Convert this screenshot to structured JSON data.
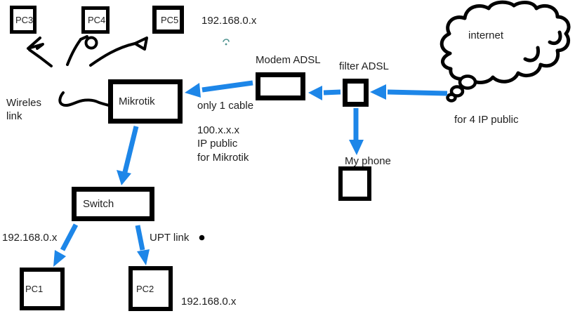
{
  "colors": {
    "ink": "#000000",
    "arrow_blue": "#1d86e8",
    "text": "#1f1f1f",
    "background": "#ffffff",
    "teal_mark": "#4f9490"
  },
  "nodes": {
    "internet": {
      "label": "internet",
      "type": "cloud"
    },
    "modem": {
      "label": "Modem ADSL",
      "type": "box"
    },
    "filter": {
      "label": "filter ADSL",
      "type": "box"
    },
    "mikrotik": {
      "label": "Mikrotik",
      "type": "box"
    },
    "phone": {
      "label": "My phone",
      "type": "box"
    },
    "switch": {
      "label": "Switch",
      "type": "box"
    },
    "pc1": {
      "label": "PC1",
      "type": "box"
    },
    "pc2": {
      "label": "PC2",
      "type": "box"
    },
    "pc3": {
      "label": "PC3",
      "type": "box"
    },
    "pc4": {
      "label": "PC4",
      "type": "box"
    },
    "pc5": {
      "label": "PC5",
      "type": "box"
    }
  },
  "labels": {
    "subnet_top": "192.168.0.x",
    "wireless_line1": "Wireles",
    "wireless_line2": "link",
    "only_one_cable": "only 1 cable",
    "ip_100": "100.x.x.x",
    "ip_public": "IP public",
    "for_mikrotik": "for Mikrotik",
    "for_4_ip_public": "for 4 IP public",
    "subnet_switch_pc1": "192.168.0.x",
    "upt_link": "UPT link",
    "subnet_pc2": "192.168.0.x"
  },
  "connections": [
    {
      "from": "internet",
      "to": "filter ADSL",
      "style": "blue-arrow"
    },
    {
      "from": "filter ADSL",
      "to": "Modem ADSL",
      "style": "blue-arrow"
    },
    {
      "from": "Modem ADSL",
      "to": "Mikrotik",
      "style": "blue-arrow",
      "note": "only 1 cable"
    },
    {
      "from": "filter ADSL",
      "to": "My phone",
      "style": "blue-arrow"
    },
    {
      "from": "Mikrotik",
      "to": "Switch",
      "style": "blue-arrow"
    },
    {
      "from": "Switch",
      "to": "PC1",
      "style": "blue-arrow"
    },
    {
      "from": "Switch",
      "to": "PC2",
      "style": "blue-arrow",
      "note": "UPT link"
    },
    {
      "from": "Mikrotik",
      "to": "PC3",
      "style": "hand-drawn-wireless"
    },
    {
      "from": "Mikrotik",
      "to": "PC4",
      "style": "hand-drawn-wireless"
    },
    {
      "from": "Mikrotik",
      "to": "PC5",
      "style": "hand-drawn-wireless"
    }
  ]
}
